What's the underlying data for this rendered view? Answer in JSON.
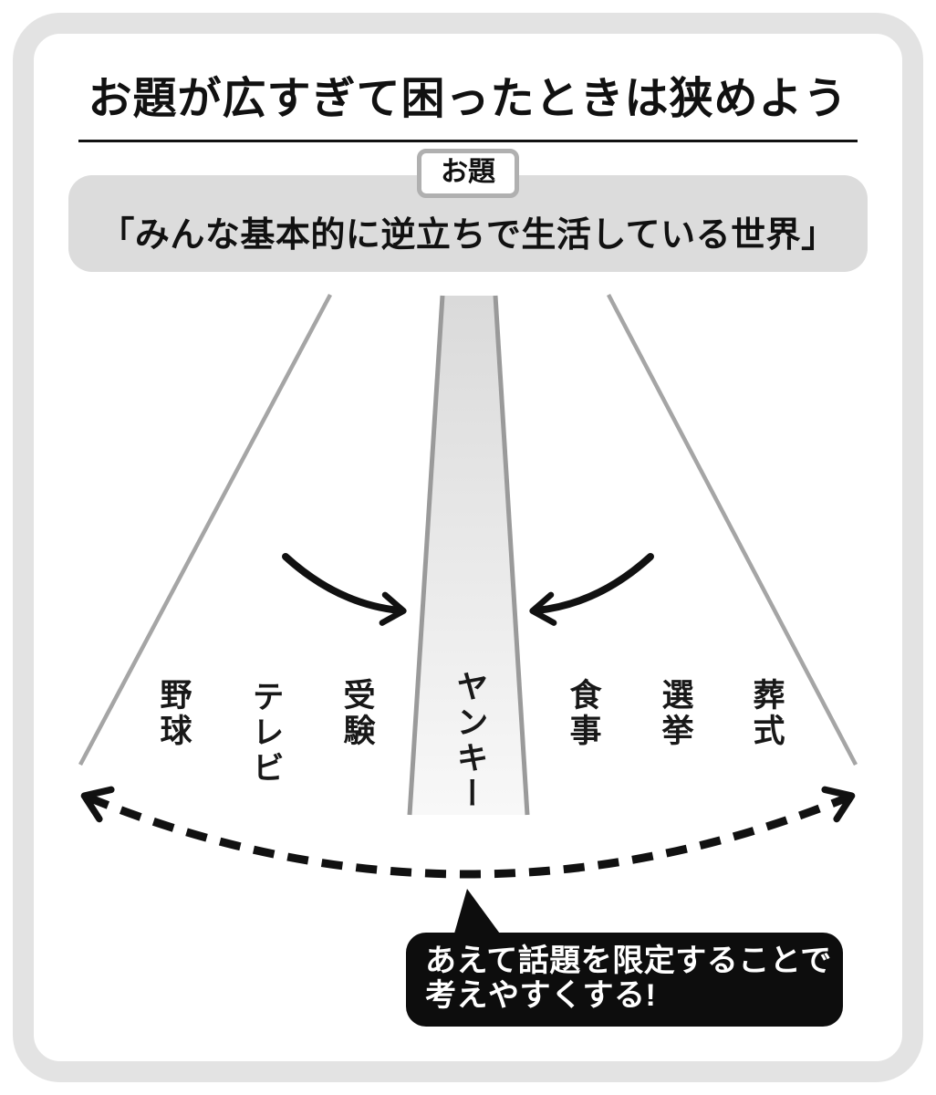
{
  "title": "お題が広すぎて困ったときは狭めよう",
  "topic": {
    "label": "お題",
    "text": "「みんな基本的に逆立ちで生活している世界」"
  },
  "fan": {
    "labels": [
      "野球",
      "テレビ",
      "受験",
      "ヤンキー",
      "食事",
      "選挙",
      "葬式"
    ]
  },
  "callout": {
    "line1": "あえて話題を限定することで",
    "line2": "考えやすくする!"
  },
  "colors": {
    "frame": "#e3e3e3",
    "bar": "#dcdcdc",
    "ink": "#111111",
    "fan_line": "#a5a5a5",
    "wedge_border": "#9a9a9a",
    "wedge_fill_top": "#dadada",
    "wedge_fill_bottom": "#f8f8f8",
    "bubble_bg": "#0d0d0d",
    "bubble_text": "#ffffff"
  }
}
